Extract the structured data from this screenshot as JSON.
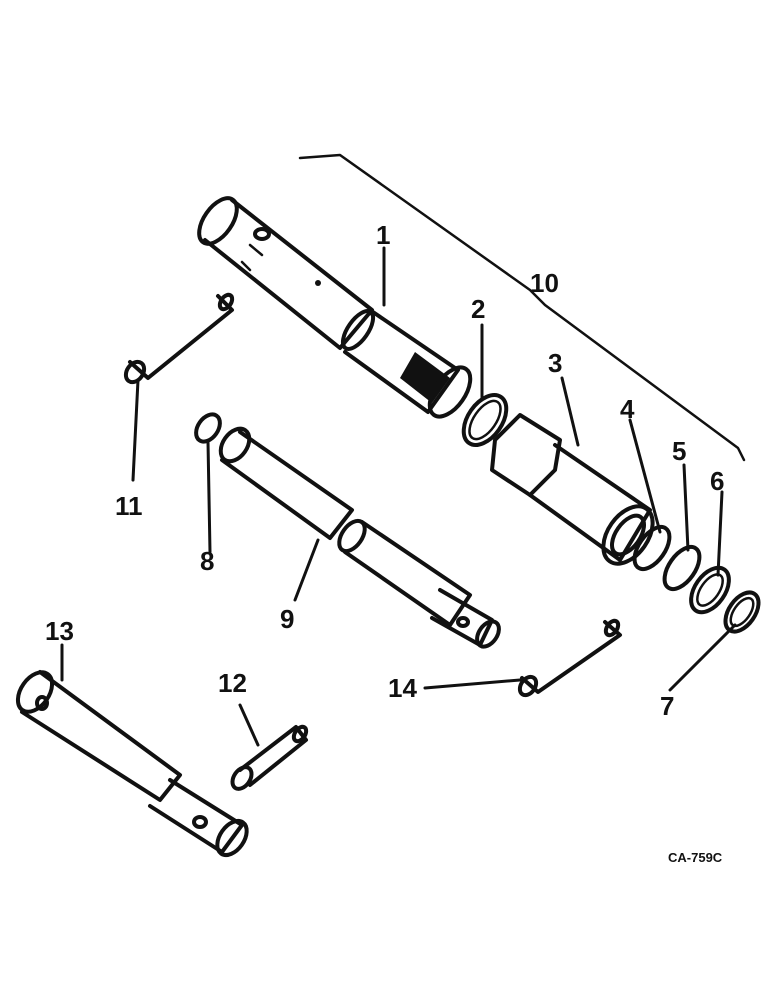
{
  "callouts": {
    "c1": "1",
    "c2": "2",
    "c3": "3",
    "c4": "4",
    "c5": "5",
    "c6": "6",
    "c7": "7",
    "c8": "8",
    "c9": "9",
    "c10": "10",
    "c11": "11",
    "c12": "12",
    "c13": "13",
    "c14": "14"
  },
  "figure_code": "CA-759C"
}
